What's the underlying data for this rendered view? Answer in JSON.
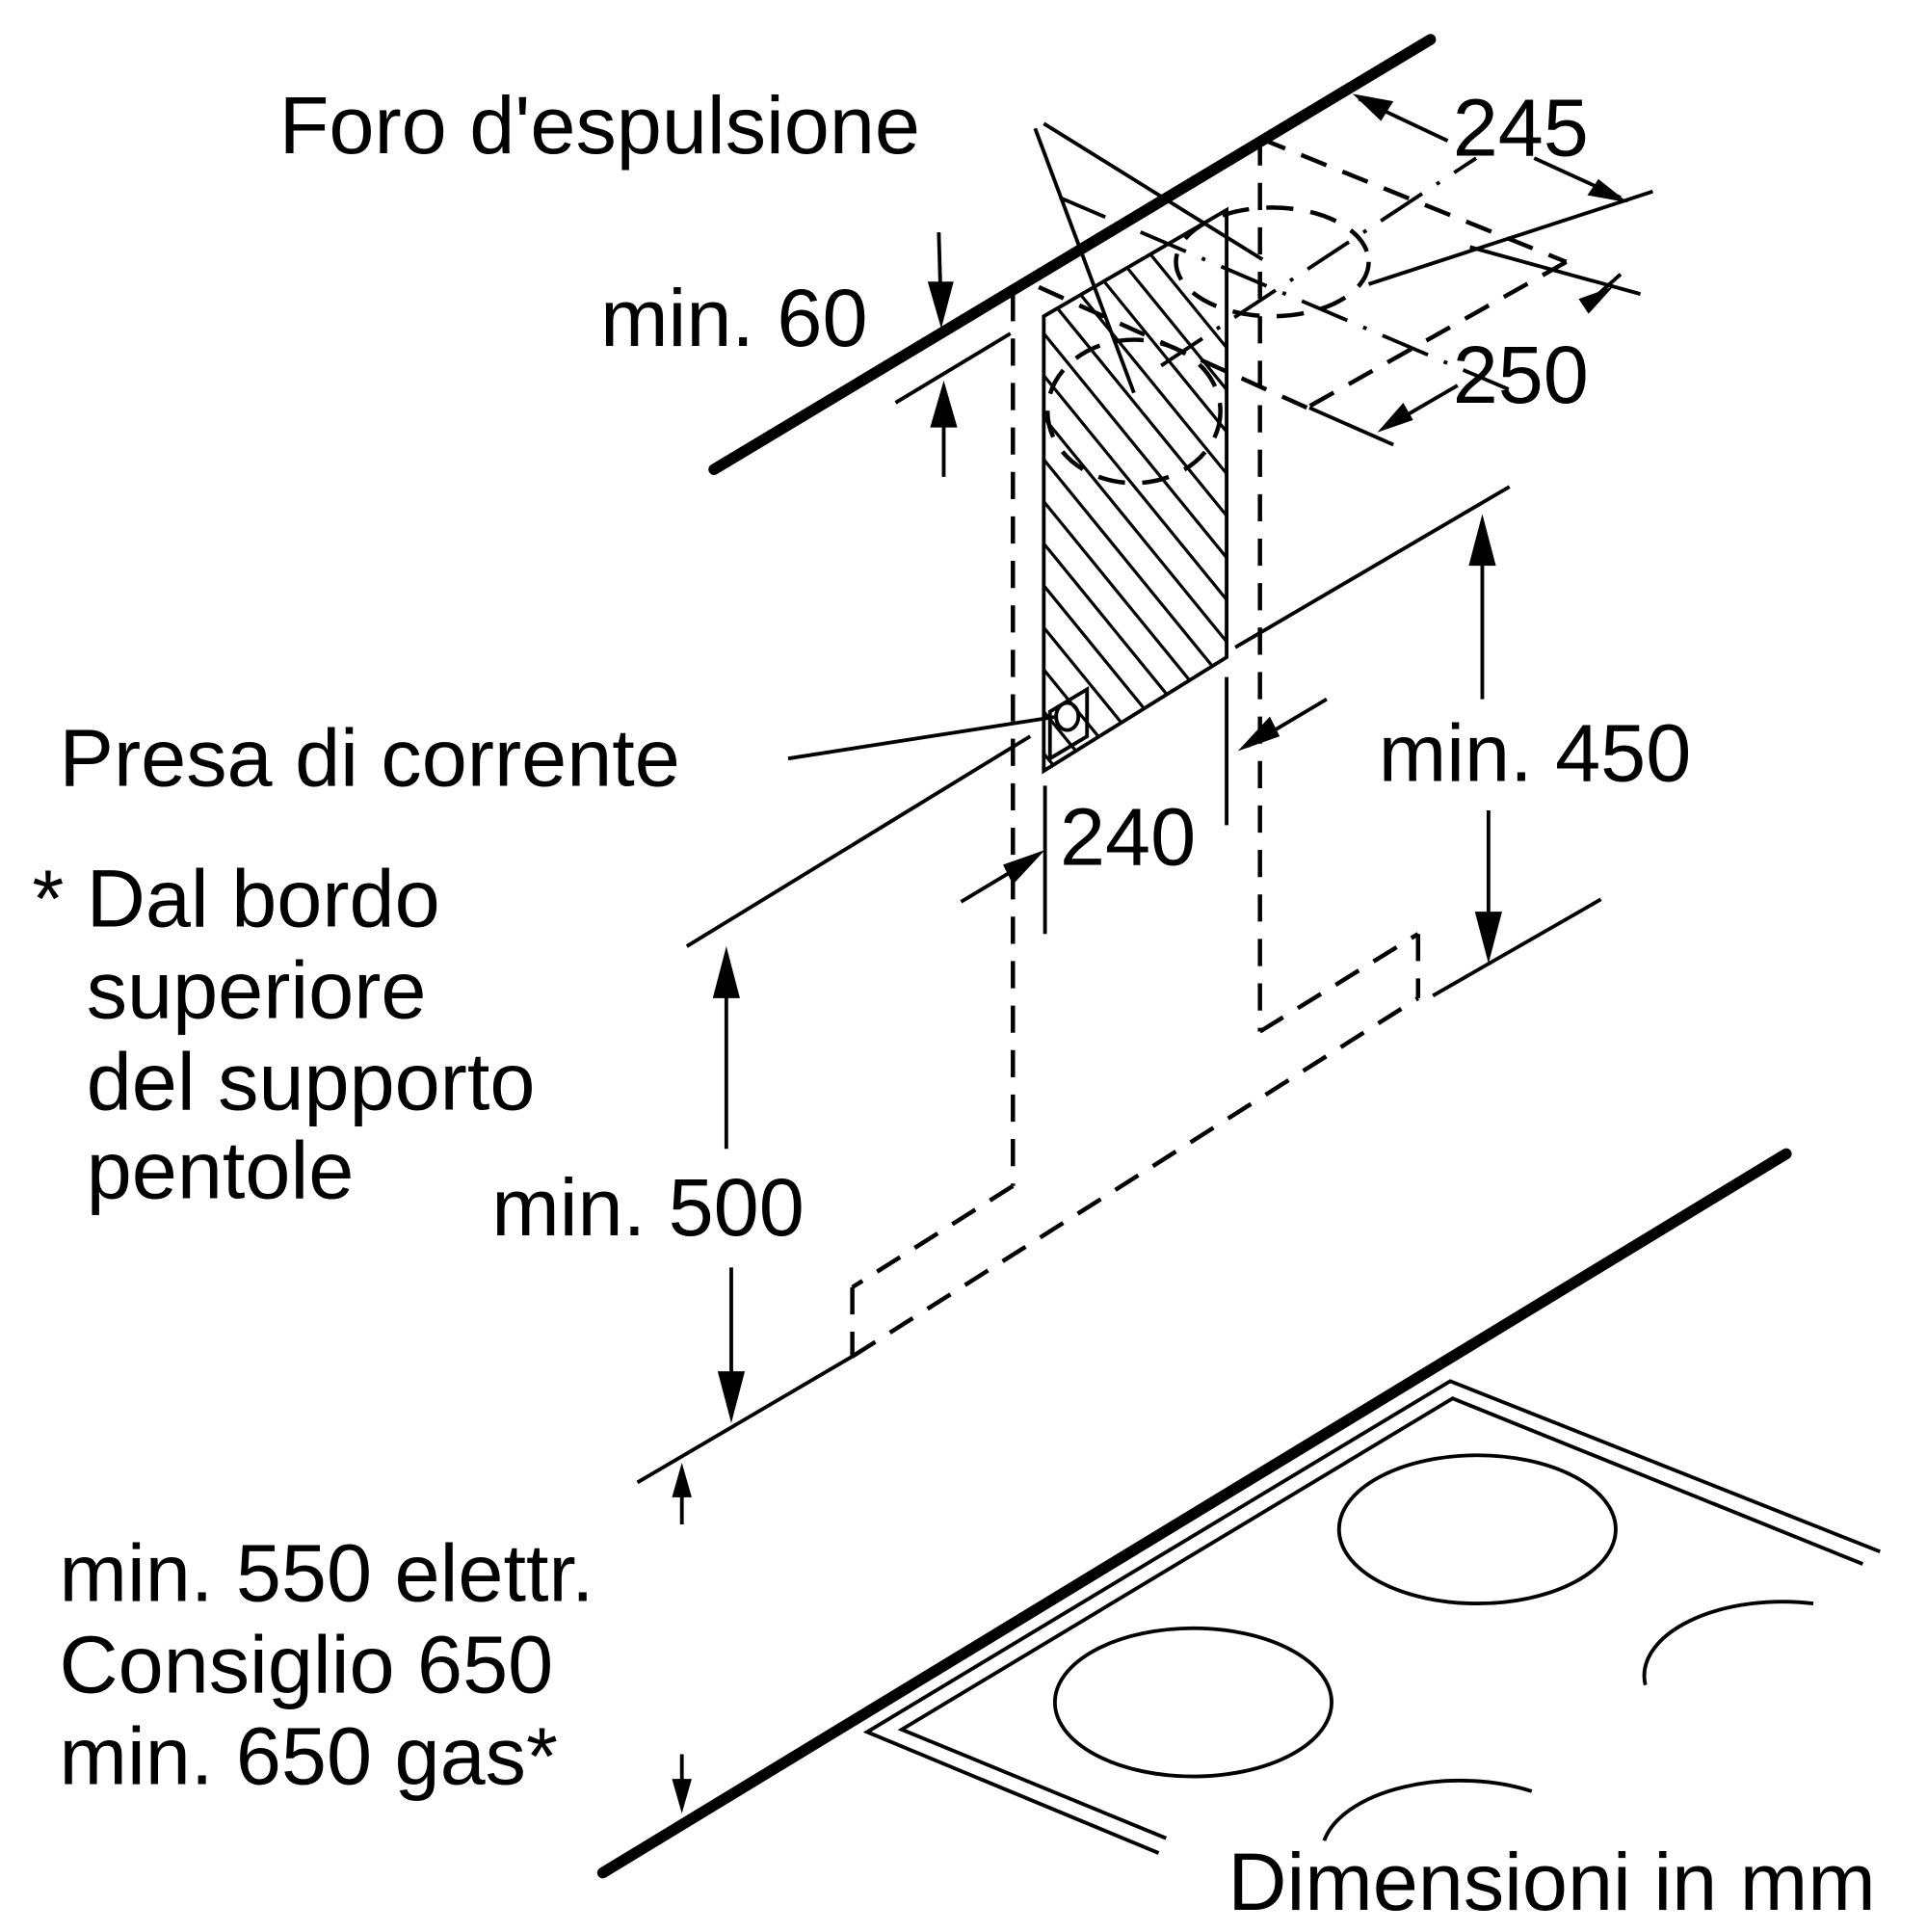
{
  "diagram": {
    "title": "Installation dimensions - chimney hood",
    "labels": {
      "exhaust_hole": "Foro d'espulsione",
      "min_60": "min. 60",
      "dim_245": "245",
      "dim_250": "250",
      "power_socket": "Presa di corrente",
      "dim_240": "240",
      "min_450": "min. 450",
      "min_500": "min. 500",
      "footnote_lines": [
        "* Dal bordo",
        "superiore",
        "del supporto",
        "pentole"
      ],
      "hob_lines": [
        "min. 550 elettr.",
        "Consiglio 650",
        "min. 650 gas*"
      ],
      "units": "Dimensioni in mm"
    },
    "dimensions_mm": {
      "ceiling_clearance_min": 60,
      "exhaust_depth": 245,
      "exhaust_width": 250,
      "socket_width": 240,
      "socket_height_min": 450,
      "hood_height_min": 500,
      "hob_clearance_electric_min": 550,
      "hob_clearance_recommended": 650,
      "hob_clearance_gas_min": 650
    }
  }
}
